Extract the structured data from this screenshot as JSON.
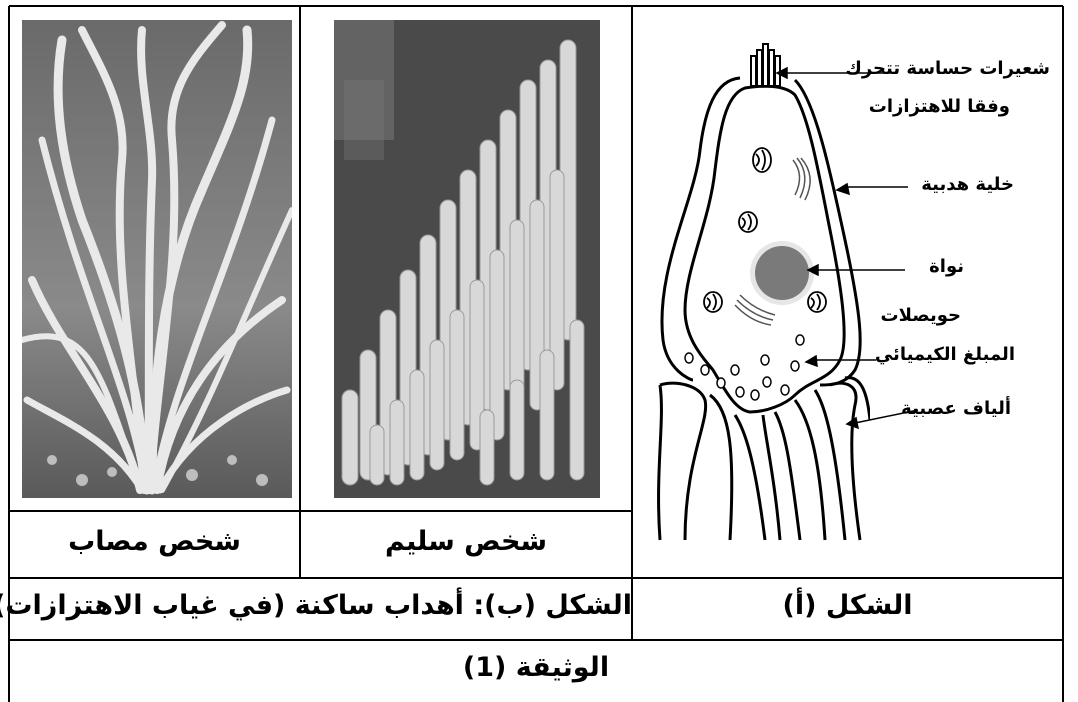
{
  "figure_a": {
    "labels": {
      "hairs_line1": "شعيرات حساسة تتحرك",
      "hairs_line2": "وفقا للاهتزازات",
      "hair_cell": "خلية هدبية",
      "nucleus": "نواة",
      "vesicles_line1": "حويصلات",
      "vesicles_line2": "المبلغ الكيميائي",
      "nerve_fibers": "ألياف عصبية"
    },
    "caption": "الشكل (أ)"
  },
  "figure_b": {
    "healthy_label": "شخص سليم",
    "affected_label": "شخص مصاب",
    "caption": "الشكل (ب): أهداب ساكنة (في غياب الاهتزازات)"
  },
  "document_title": "الوثيقة (1)"
}
